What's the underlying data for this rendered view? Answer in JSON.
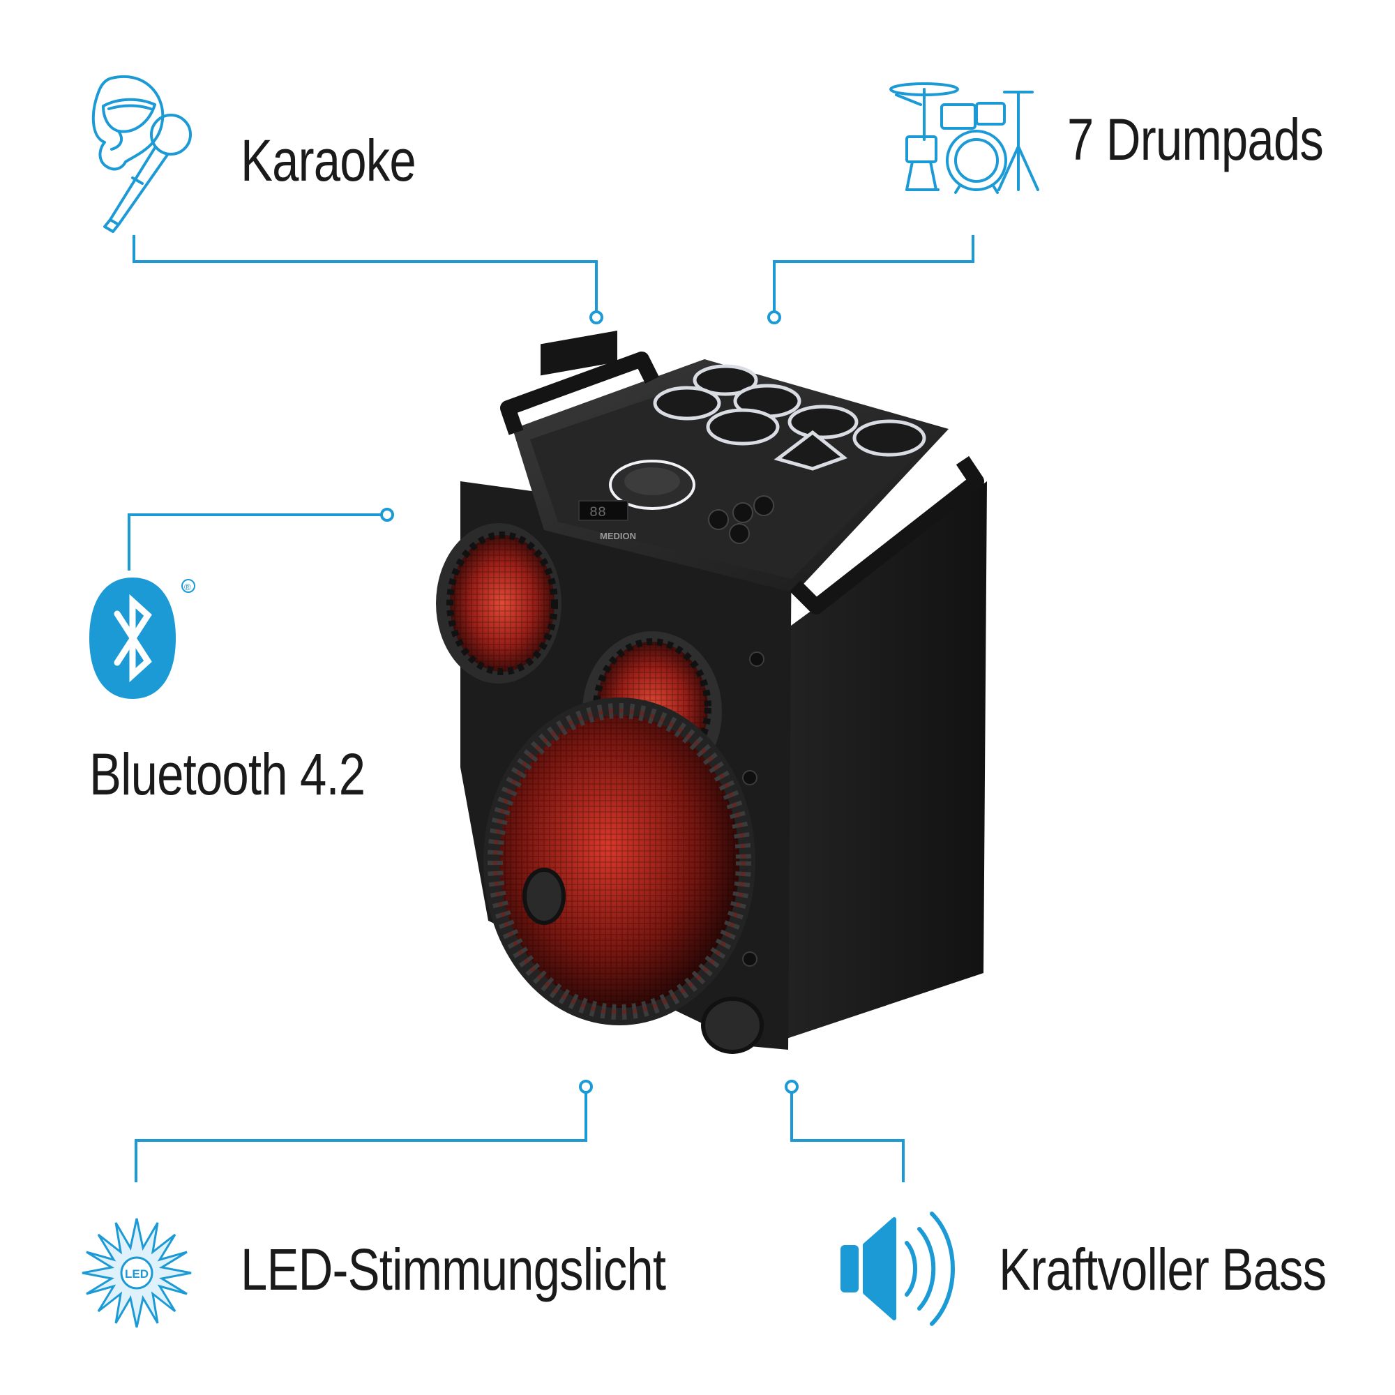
{
  "features": {
    "karaoke": "Karaoke",
    "drumpads": "7 Drumpads",
    "bluetooth": "Bluetooth 4.2",
    "led": "LED-Stimmungslicht",
    "bass": "Kraftvoller Bass"
  },
  "icons": {
    "karaoke": "karaoke-microphone-icon",
    "drumpads": "drum-kit-icon",
    "bluetooth": "bluetooth-icon",
    "bluetooth_mark": "®",
    "led": "led-light-icon",
    "led_text": "LED",
    "bass": "speaker-volume-icon"
  },
  "product": {
    "brand": "MEDION",
    "display": "88"
  },
  "colors": {
    "accent": "#1b9ad6",
    "text": "#1a1a1a",
    "speaker_body": "#1c1c1c",
    "glow": "#c0261c"
  }
}
